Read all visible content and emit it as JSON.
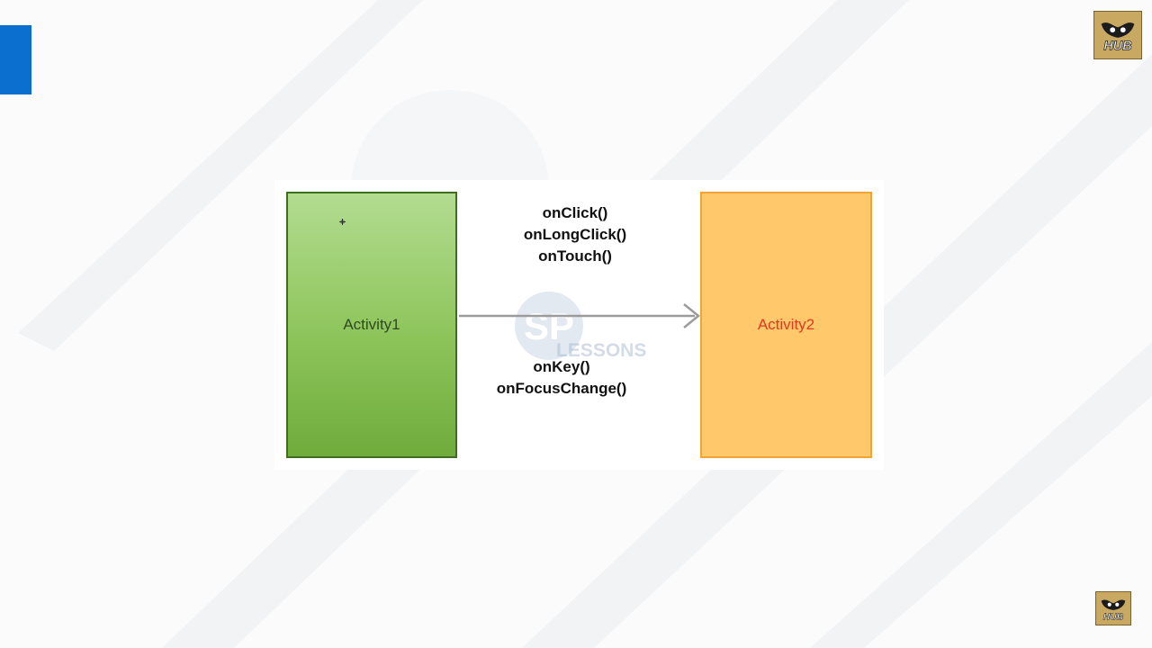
{
  "slide": {
    "accent_color": "#0a6fcf"
  },
  "logos": {
    "top_right": "HUB",
    "bottom_right": "HUB"
  },
  "diagram": {
    "source": {
      "label": "Activity1",
      "fill": "#8dc45a",
      "border": "#3f6e1f"
    },
    "target": {
      "label": "Activity2",
      "fill": "#ffc86a",
      "text_color": "#e03a1e"
    },
    "arrow_icon": "right-arrow-icon",
    "watermark": "LESSONS",
    "events_above": [
      "onClick()",
      "onLongClick()",
      "onTouch()"
    ],
    "events_below": [
      "onKey()",
      "onFocusChange()"
    ]
  }
}
